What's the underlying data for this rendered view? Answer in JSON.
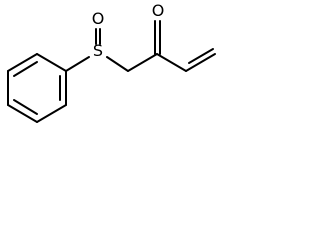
{
  "molecule": {
    "atoms": {
      "sulfur": "S",
      "sulfoxide_oxygen": "O",
      "ketone_oxygen": "O"
    },
    "colors": {
      "bond": "#000000",
      "label": "#000000",
      "background": "#ffffff"
    }
  }
}
